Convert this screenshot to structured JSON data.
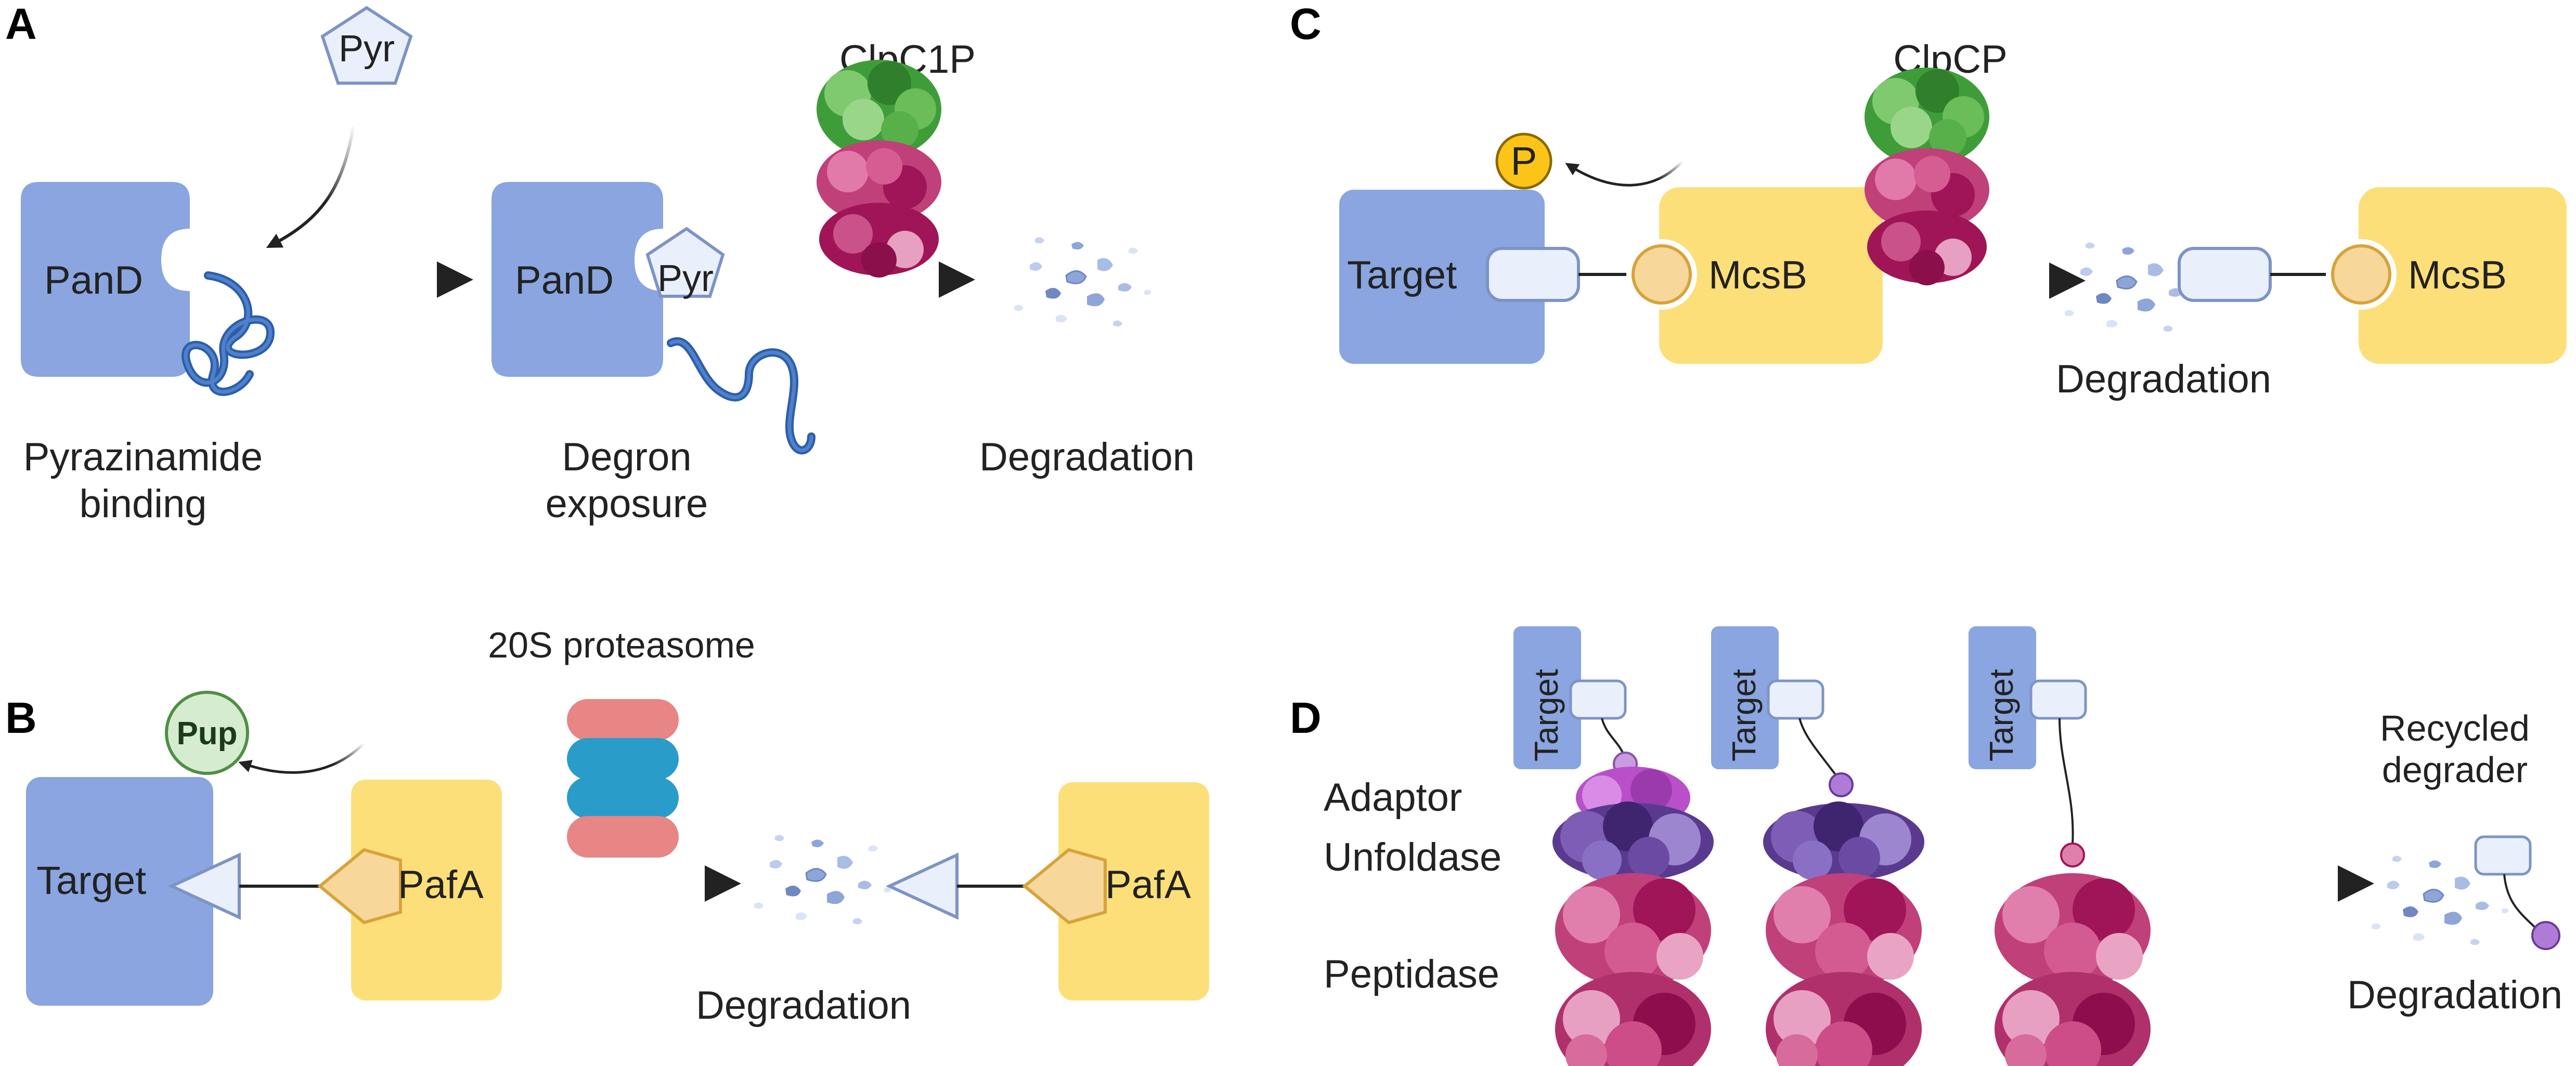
{
  "panels": {
    "A": {
      "letter": "A",
      "pyr_free": "Pyr",
      "pand_1": "PanD",
      "caption_1": [
        "Pyrazinamide",
        "binding"
      ],
      "pand_2": "PanD",
      "pyr_bound": "Pyr",
      "caption_2": [
        "Degron",
        "exposure"
      ],
      "protease": "ClpC1P",
      "caption_3": "Degradation"
    },
    "B": {
      "letter": "B",
      "pup": "Pup",
      "target": "Target",
      "pafa_1": "PafA",
      "protease": "20S proteasome",
      "caption": "Degradation",
      "pafa_2": "PafA"
    },
    "C": {
      "letter": "C",
      "phospho": "P",
      "target": "Target",
      "mcsb_1": "McsB",
      "protease": "ClpCP",
      "caption": "Degradation",
      "mcsb_2": "McsB"
    },
    "D": {
      "letter": "D",
      "target_1": "Target",
      "target_2": "Target",
      "target_3": "Target",
      "adaptor": "Adaptor",
      "unfoldase": "Unfoldase",
      "peptidase": "Peptidase",
      "recycled": [
        "Recycled",
        "degrader"
      ],
      "caption": "Degradation"
    }
  },
  "colors": {
    "target_blue": "#8aa5df",
    "ligase_yellow": "#fddf7a",
    "degron_fill": "#e9f0fb",
    "degron_stroke": "#7d94c4",
    "pup_green": "#d6ecd0",
    "proteasome_red": "#e88585",
    "proteasome_blue": "#2a9cc9",
    "clp_green": "#59b947",
    "clp_pink": "#c0407a",
    "clp_maroon": "#a01557",
    "adaptor_purple": "#b94fc9",
    "unfoldase_purple": "#5a3a8e",
    "linker_purple": "#b07bd6"
  }
}
